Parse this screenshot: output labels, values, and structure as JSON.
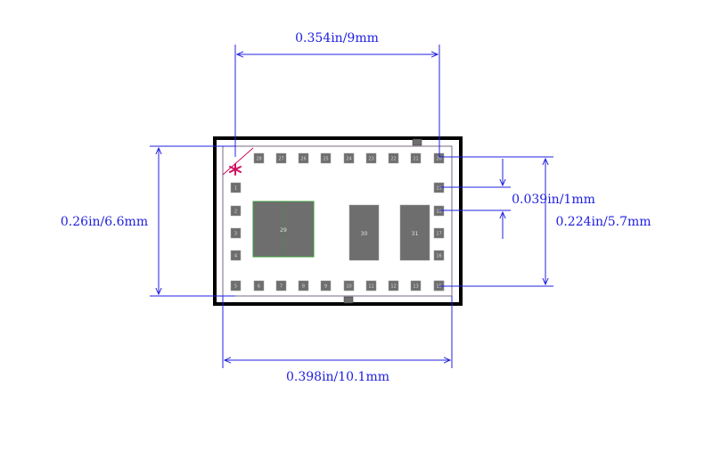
{
  "dimensions": {
    "top_width": "0.354in/9mm",
    "bottom_width": "0.398in/10.1mm",
    "left_height": "0.26in/6.6mm",
    "right_height": "0.224in/5.7mm",
    "pitch": "0.039in/1mm"
  },
  "pins": {
    "top": [
      "28",
      "27",
      "26",
      "25",
      "24",
      "23",
      "22",
      "21",
      "20"
    ],
    "left": [
      "1",
      "2",
      "3",
      "4",
      "5"
    ],
    "bottom": [
      "6",
      "7",
      "8",
      "9",
      "10",
      "11",
      "12",
      "13",
      "14"
    ],
    "right": [
      "19",
      "18",
      "17",
      "16",
      "15"
    ]
  },
  "pads": [
    "29",
    "30",
    "31"
  ],
  "colors": {
    "dimension": "#2020e0",
    "outline": "#000000",
    "pad": "#6e6e6e",
    "pad_border": "#3a9a3a",
    "pin1_marker": "#d01060"
  },
  "pin1_marker_icon": "asterisk-icon"
}
